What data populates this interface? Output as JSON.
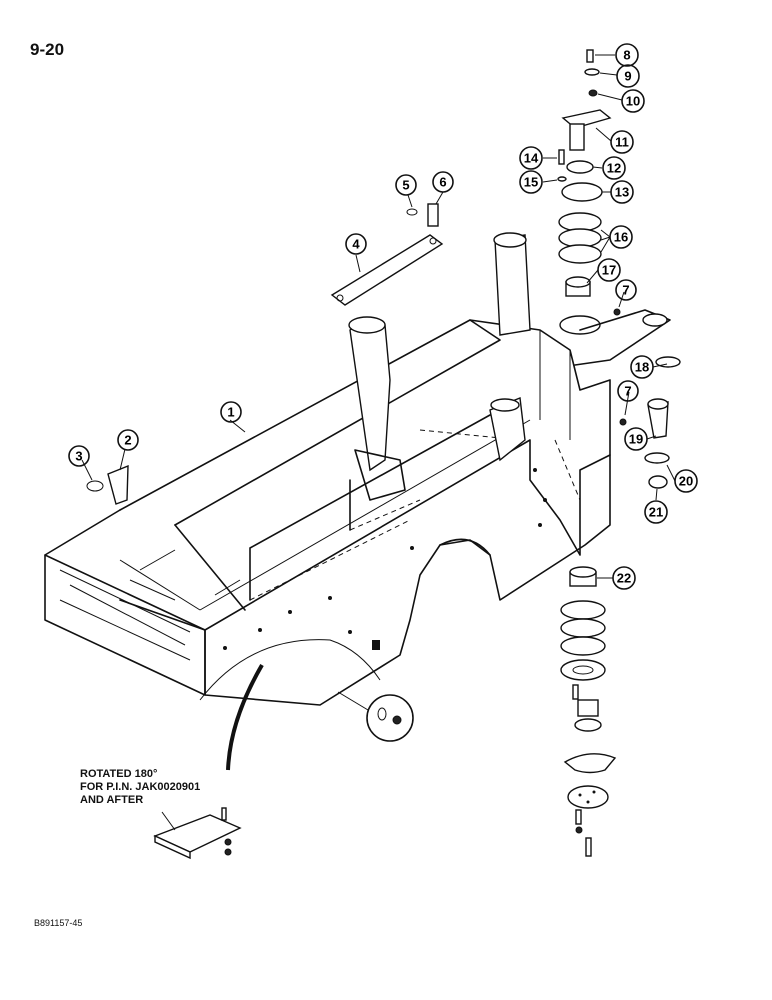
{
  "page_number": "9-20",
  "figure_code": "B891157-45",
  "note": {
    "line1": "ROTATED 180°",
    "line2": "FOR P.I.N. JAK0020901",
    "line3": "AND AFTER"
  },
  "callouts": {
    "c1": "1",
    "c2": "2",
    "c3": "3",
    "c4": "4",
    "c5": "5",
    "c6": "6",
    "c7a": "7",
    "c7b": "7",
    "c8": "8",
    "c9": "9",
    "c10": "10",
    "c11": "11",
    "c12": "12",
    "c13": "13",
    "c14": "14",
    "c15": "15",
    "c16": "16",
    "c17": "17",
    "c18": "18",
    "c19": "19",
    "c20": "20",
    "c21": "21",
    "c22": "22"
  }
}
